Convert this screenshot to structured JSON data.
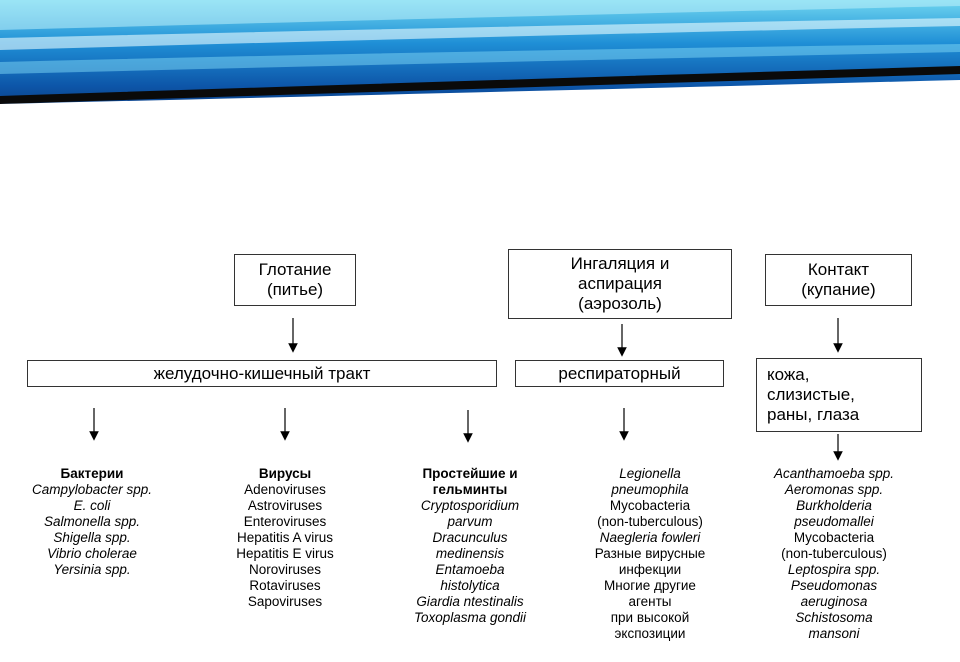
{
  "routes": [
    {
      "id": "ingestion",
      "label": "Глотание\n(питье)"
    },
    {
      "id": "inhalation",
      "label": "Ингаляция и\nаспирация\n(аэрозоль)"
    },
    {
      "id": "contact",
      "label": "Контакт\n(купание)"
    }
  ],
  "sites": [
    {
      "id": "gi",
      "label": "желудочно-кишечный тракт"
    },
    {
      "id": "resp",
      "label": "респираторный"
    },
    {
      "id": "skin",
      "label": "кожа,\nслизистые,\nраны, глаза"
    }
  ],
  "columns": [
    {
      "id": "bacteria",
      "lines": [
        {
          "t": "Бактерии",
          "s": "head"
        },
        {
          "t": "Campylobacter spp.",
          "s": "it"
        },
        {
          "t": "E. coli",
          "s": "it"
        },
        {
          "t": "Salmonella spp.",
          "s": "it"
        },
        {
          "t": "Shigella spp.",
          "s": "it"
        },
        {
          "t": "Vibrio cholerae",
          "s": "it"
        },
        {
          "t": "Yersinia spp.",
          "s": "it"
        }
      ]
    },
    {
      "id": "viruses",
      "lines": [
        {
          "t": "Вирусы",
          "s": "head"
        },
        {
          "t": "Adenoviruses",
          "s": ""
        },
        {
          "t": "Astroviruses",
          "s": ""
        },
        {
          "t": "Enteroviruses",
          "s": ""
        },
        {
          "t": "Hepatitis A virus",
          "s": ""
        },
        {
          "t": "Hepatitis E virus",
          "s": ""
        },
        {
          "t": "Noroviruses",
          "s": ""
        },
        {
          "t": "Rotaviruses",
          "s": ""
        },
        {
          "t": "Sapoviruses",
          "s": ""
        }
      ]
    },
    {
      "id": "protozoa",
      "lines": [
        {
          "t": "Простейшие и",
          "s": "head"
        },
        {
          "t": "гельминты",
          "s": "head"
        },
        {
          "t": "Cryptosporidium",
          "s": "it"
        },
        {
          "t": "parvum",
          "s": "it"
        },
        {
          "t": "Dracunculus",
          "s": "it"
        },
        {
          "t": "medinensis",
          "s": "it"
        },
        {
          "t": "Entamoeba",
          "s": "it"
        },
        {
          "t": "histolytica",
          "s": "it"
        },
        {
          "t": "Giardia ntestinalis",
          "s": "it"
        },
        {
          "t": "Toxoplasma gondii",
          "s": "it"
        }
      ]
    },
    {
      "id": "respiratory",
      "lines": [
        {
          "t": "Legionella",
          "s": "it"
        },
        {
          "t": "pneumophila",
          "s": "it"
        },
        {
          "t": "Mycobacteria",
          "s": ""
        },
        {
          "t": "(non-tuberculous)",
          "s": ""
        },
        {
          "t": "Naegleria fowleri",
          "s": "it"
        },
        {
          "t": "Разные вирусные",
          "s": ""
        },
        {
          "t": "инфекции",
          "s": ""
        },
        {
          "t": "Многие другие",
          "s": ""
        },
        {
          "t": "агенты",
          "s": ""
        },
        {
          "t": "при высокой",
          "s": ""
        },
        {
          "t": "экспозиции",
          "s": ""
        }
      ]
    },
    {
      "id": "contact_agents",
      "lines": [
        {
          "t": "Acanthamoeba spp.",
          "s": "it"
        },
        {
          "t": "Aeromonas spp.",
          "s": "it"
        },
        {
          "t": "Burkholderia",
          "s": "it"
        },
        {
          "t": "pseudomallei",
          "s": "it"
        },
        {
          "t": "Mycobacteria",
          "s": ""
        },
        {
          "t": "(non-tuberculous)",
          "s": ""
        },
        {
          "t": "Leptospira spp.",
          "s": "it"
        },
        {
          "t": "Pseudomonas",
          "s": "it"
        },
        {
          "t": "aeruginosa",
          "s": "it"
        },
        {
          "t": "Schistosoma",
          "s": "it"
        },
        {
          "t": "mansoni",
          "s": "it"
        }
      ]
    }
  ]
}
